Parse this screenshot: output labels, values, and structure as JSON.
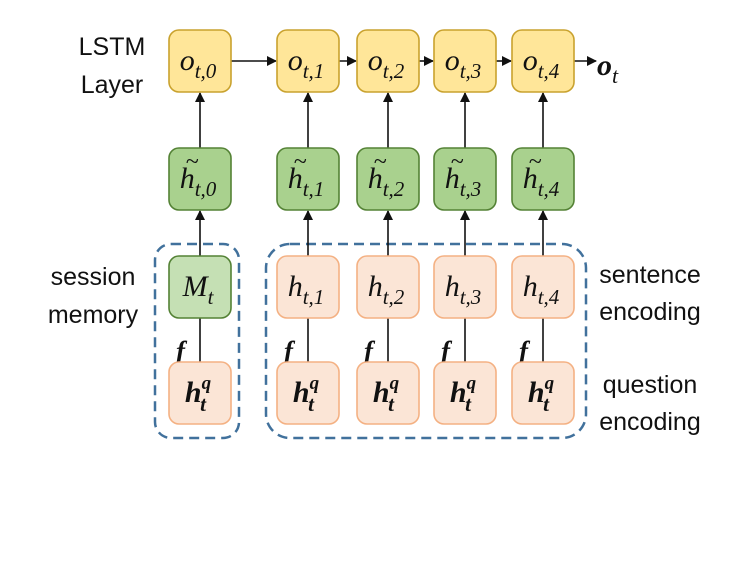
{
  "labels": {
    "lstm_line1": "LSTM",
    "lstm_line2": "Layer",
    "session_line1": "session",
    "session_line2": "memory",
    "sentence_line1": "sentence",
    "sentence_line2": "encoding",
    "question_line1": "question",
    "question_line2": "encoding"
  },
  "output_symbol": "o",
  "output_sub": "t",
  "f_symbol": "f",
  "colors": {
    "lstm_fill": "#ffe699",
    "lstm_stroke": "#c9a22e",
    "hidden_fill": "#a9d18e",
    "hidden_stroke": "#548235",
    "memory_fill": "#c5e0b4",
    "enc_fill": "#fbe5d6",
    "enc_stroke": "#f4b183",
    "dash_stroke": "#41719c"
  },
  "columns": [
    {
      "o_sym": "o",
      "o_sub": "t,0",
      "h_sym": "h",
      "h_sub": "t,0",
      "enc_sym": "M",
      "enc_sub": "t",
      "q_sym": "h",
      "q_sup": "q",
      "q_sub": "t"
    },
    {
      "o_sym": "o",
      "o_sub": "t,1",
      "h_sym": "h",
      "h_sub": "t,1",
      "enc_sym": "h",
      "enc_sub": "t,1",
      "q_sym": "h",
      "q_sup": "q",
      "q_sub": "t"
    },
    {
      "o_sym": "o",
      "o_sub": "t,2",
      "h_sym": "h",
      "h_sub": "t,2",
      "enc_sym": "h",
      "enc_sub": "t,2",
      "q_sym": "h",
      "q_sup": "q",
      "q_sub": "t"
    },
    {
      "o_sym": "o",
      "o_sub": "t,3",
      "h_sym": "h",
      "h_sub": "t,3",
      "enc_sym": "h",
      "enc_sub": "t,3",
      "q_sym": "h",
      "q_sup": "q",
      "q_sub": "t"
    },
    {
      "o_sym": "o",
      "o_sub": "t,4",
      "h_sym": "h",
      "h_sub": "t,4",
      "enc_sym": "h",
      "enc_sub": "t,4",
      "q_sym": "h",
      "q_sup": "q",
      "q_sub": "t"
    }
  ]
}
